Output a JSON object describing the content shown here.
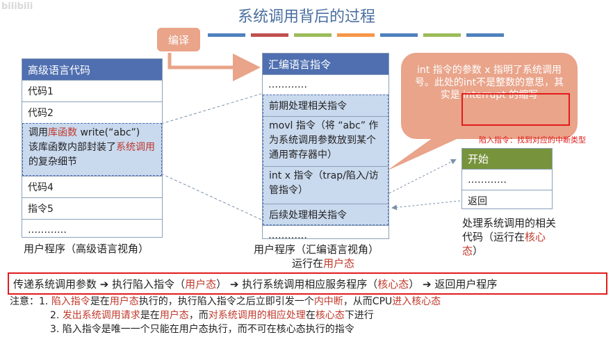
{
  "watermark": "bilibili",
  "title": "系统调用背后的过程",
  "accent_colors": [
    "#4f81bd",
    "#c0504d",
    "#9bbb59",
    "#f79646",
    "#4f81bd",
    "#9bbb59",
    "#4f81bd"
  ],
  "compile_label": "编译",
  "left_table": {
    "header": "高级语言代码",
    "rows": [
      "代码1",
      "代码2"
    ],
    "lib_call": {
      "p1": "调用",
      "p2": "库函数",
      "p3": " write(“abc”)",
      "p4": "该库函数内部封装了",
      "p5": "系统调用",
      "p6": "的复杂细节"
    },
    "rows_after": [
      "代码4",
      "指令5",
      "…………"
    ],
    "caption": "用户程序（高级语言视角）"
  },
  "mid_table": {
    "header": "汇编语言指令",
    "dots_top": "…………",
    "pre": "前期处理相关指令",
    "movl": "movl 指令（将 “abc” 作为系统调用参数放到某个通用寄存器中）",
    "intx": "int x 指令（trap/陷入/访管指令）",
    "post": "后续处理相关指令",
    "dots_bottom": "…………",
    "caption": "用户程序（汇编语言视角）",
    "caption2_a": "运行在",
    "caption2_b": "用户态"
  },
  "bubble": {
    "line1": "int 指令的参数 x 指明了系统调用号。此处的int不是整数的意思，其实是 interrupt 的缩写"
  },
  "trap_note": "陷入指令：找到对应的中断类型",
  "right_table": {
    "header": "开始",
    "dots": "…………",
    "ret": "返回",
    "caption_a": "处理系统调用的相关代码（运行在",
    "caption_b": "核心态",
    "caption_c": "）"
  },
  "flow": {
    "s1": "传递系统调用参数 ➔ 执行陷入指令（",
    "s2": "用户态",
    "s3": "） ➔ 执行系统调用相应服务程序（",
    "s4": "核心态",
    "s5": "） ➔ 返回用户程序"
  },
  "notes": {
    "lead": "注意：",
    "n1": [
      "1. ",
      "陷入指令",
      "是在",
      "用户态",
      "执行的，执行陷入指令之后立即引发一个",
      "内中断",
      "，从而CPU",
      "进入核心态"
    ],
    "n2": [
      "2. ",
      "发出系统调用请求",
      "是在",
      "用户态",
      "，而",
      "对系统调用的相应处理",
      "在",
      "核心态",
      "下进行"
    ],
    "n3": "3. 陷入指令是唯一一个只能在用户态执行，而不可在核心态执行的指令"
  }
}
